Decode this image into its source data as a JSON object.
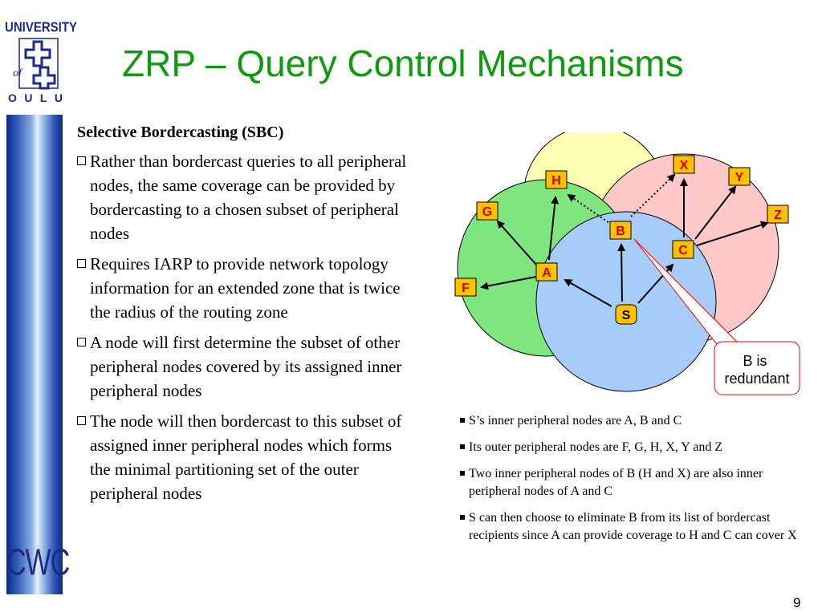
{
  "logo": {
    "top_text": "UNIVERSITY",
    "of_text": "of",
    "letters": [
      "O",
      "U",
      "L",
      "U"
    ],
    "side_text": "CWC"
  },
  "slide": {
    "title": "ZRP – Query Control Mechanisms",
    "page_number": "9"
  },
  "left_panel": {
    "heading": "Selective Bordercasting (SBC)",
    "bullets": [
      "Rather than bordercast queries to all peripheral nodes, the same coverage can be provided by bordercasting to a chosen subset of peripheral nodes",
      "Requires IARP to provide network topology information for an extended zone that is twice the radius of the routing zone",
      "A node will first determine the subset of other peripheral nodes covered by its assigned inner peripheral nodes",
      "The node will then bordercast to this subset of assigned inner peripheral nodes which forms the minimal partitioning set of the outer peripheral nodes"
    ]
  },
  "diagram": {
    "nodes": {
      "S": "S",
      "A": "A",
      "B": "B",
      "C": "C",
      "F": "F",
      "G": "G",
      "H": "H",
      "X": "X",
      "Y": "Y",
      "Z": "Z"
    },
    "callout": "B is redundant",
    "colors": {
      "zone_yellow": "#ffffb3",
      "zone_pink": "#ffc8c8",
      "zone_green": "#7fe57f",
      "zone_blue": "#a6cdfa",
      "node_fill": "#ffc000",
      "node_text": "#cc0000",
      "callout_line": "#ff0000"
    }
  },
  "right_panel": {
    "bullets": [
      "S’s inner peripheral nodes are A, B and C",
      "Its outer peripheral nodes  are F, G, H, X, Y and Z",
      "Two inner peripheral nodes of B (H and X) are also inner peripheral nodes of A and C",
      "S can then choose to eliminate B from its list of bordercast recipients since A can provide coverage to H and C can cover X"
    ]
  }
}
